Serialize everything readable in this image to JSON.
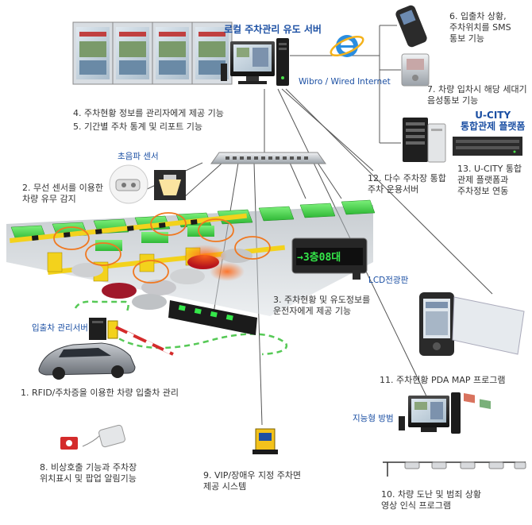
{
  "labels": {
    "server_title": "로컬 주차관리 유도 서버",
    "network": "Wibro / Wired Internet",
    "f1": "1. RFID/주차증을 이용한 차량 입출차 관리",
    "f2": "2. 무선 센서를 이용한\n차량 유무 감지",
    "f3": "3. 주차현황 및 유도정보를\n운전자에게 제공 기능",
    "f4": "4. 주차현황 정보를 관리자에게 제공 기능",
    "f5": "5. 기간별 주차 통계 및 리포트 기능",
    "f6": "6. 입출차 상황,\n주차위치를 SMS\n통보 기능",
    "f7": "7. 차량 입차시 해당 세대기\n음성통보 기능",
    "f8": "8. 비상호출 기능과 주차장\n위치표시 및 팝업 알림기능",
    "f9": "9. VIP/장애우 지정 주차면\n제공 시스템",
    "f10": "10. 차량 도난 및 범죄 상황\n영상 인식 프로그램",
    "f11": "11. 주차현황 PDA MAP 프로그램",
    "f12": "12. 다수 주차장 통합\n주차 운용서버",
    "f13": "13. U-CITY 통합\n관제 플랫폼과\n주차정보 연동",
    "ucity": "U-CITY\n통합관제 플랫폼",
    "ultrasonic": "초음파 센서",
    "lcd": "LCD전광판",
    "gate_server": "입출차 관리서버",
    "cctv": "지능형 방범",
    "led_text": "→3층08대"
  },
  "colors": {
    "blue_text": "#1b4fa3",
    "sensor_ring": "#f07820",
    "lot_green": "#46d84a",
    "lot_yellow": "#f3d21c",
    "led_green": "#35e84a",
    "dashed_green": "#56c956"
  },
  "icons": [
    "monitor-icon",
    "server-tower-icon",
    "internet-explorer-icon",
    "mobile-phone-icon",
    "intercom-icon",
    "rack-server-icon",
    "network-switch-icon",
    "ultrasonic-sensor-icon",
    "led-light-icon",
    "lcd-sign-icon",
    "pda-icon",
    "car-icon",
    "barrier-gate-icon",
    "emergency-button-icon",
    "cctv-camera-icon",
    "parking-sign-icon",
    "key-fob-icon"
  ]
}
